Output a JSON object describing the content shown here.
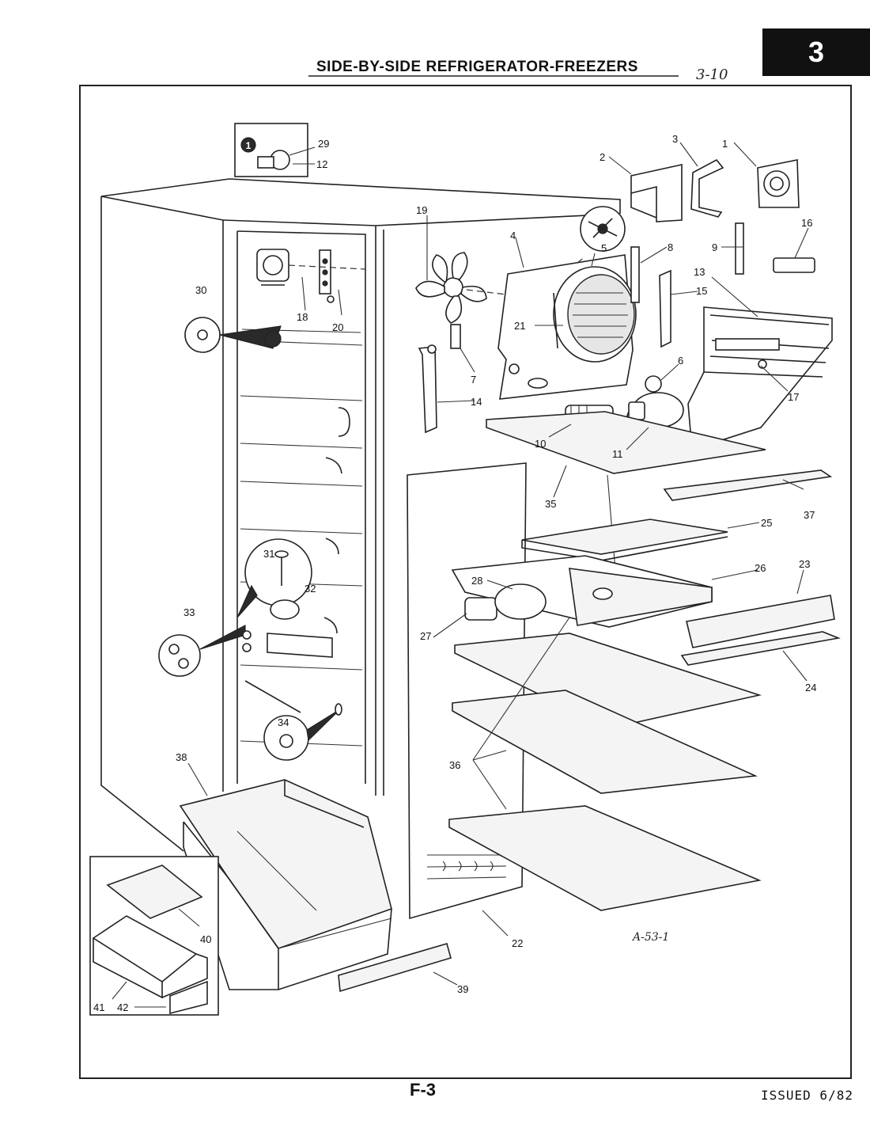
{
  "header": {
    "title": "SIDE-BY-SIDE REFRIGERATOR-FREEZERS",
    "section_number": "3",
    "handwritten_ref": "3-10"
  },
  "diagram": {
    "drawing_code": "A-53-1",
    "inset_marker": "1",
    "part_labels": {
      "p1": "1",
      "p2": "2",
      "p3": "3",
      "p4": "4",
      "p5": "5",
      "p6": "6",
      "p7": "7",
      "p8": "8",
      "p9": "9",
      "p10": "10",
      "p11": "11",
      "p12": "12",
      "p13": "13",
      "p14": "14",
      "p15": "15",
      "p16": "16",
      "p17": "17",
      "p18": "18",
      "p19": "19",
      "p20": "20",
      "p21": "21",
      "p22": "22",
      "p23": "23",
      "p24": "24",
      "p25": "25",
      "p26": "26",
      "p27": "27",
      "p28": "28",
      "p29": "29",
      "p30": "30",
      "p31": "31",
      "p32": "32",
      "p33": "33",
      "p34": "34",
      "p35": "35",
      "p36": "36",
      "p37": "37",
      "p38": "38",
      "p39": "39",
      "p40": "40",
      "p41": "41",
      "p42": "42"
    }
  },
  "footer": {
    "page_number": "F-3",
    "issued": "ISSUED 6/82"
  }
}
